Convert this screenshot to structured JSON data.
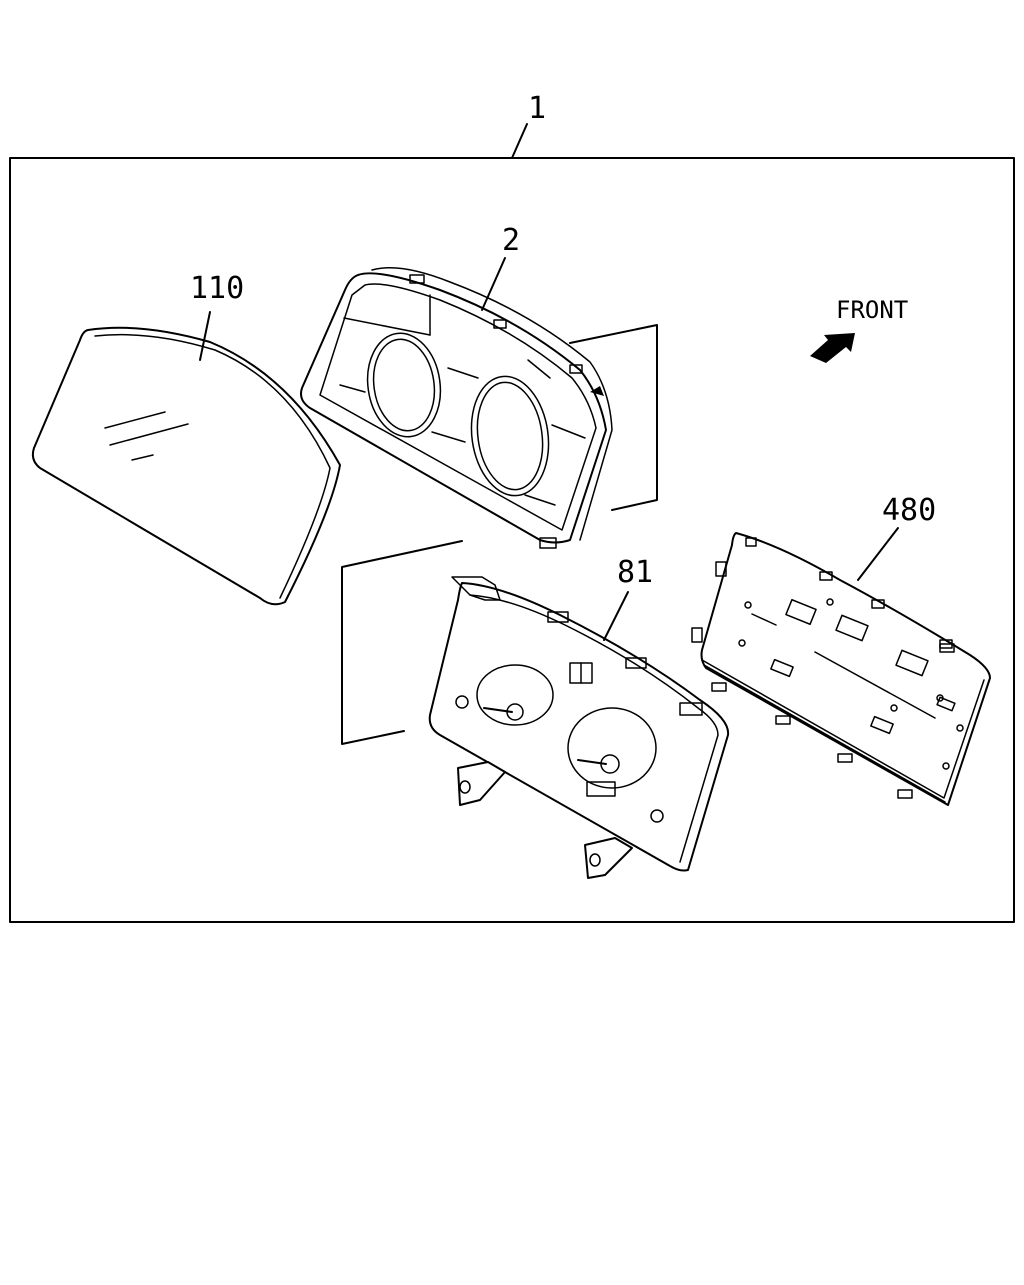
{
  "callouts": {
    "assembly": "1",
    "case": "2",
    "lens": "110",
    "gauge_panel": "81",
    "circuit_board": "480"
  },
  "orientation": {
    "label": "FRONT",
    "icon": "front-arrow-icon"
  },
  "colors": {
    "line": "#000000",
    "background": "#ffffff"
  }
}
